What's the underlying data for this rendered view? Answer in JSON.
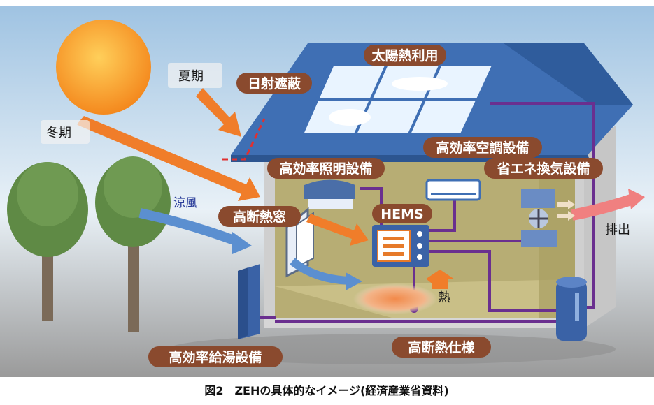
{
  "labels": {
    "solar_heat": "太陽熱利用",
    "summer": "夏期",
    "sun_shading": "日射遮蔽",
    "winter": "冬期",
    "hvac": "高効率空調設備",
    "lighting": "高効率照明設備",
    "ventilation": "省エネ換気設備",
    "cool_breeze": "涼風",
    "insulated_window": "高断熱窓",
    "hems": "HEMS",
    "exhaust": "排出",
    "heat": "熱",
    "water_heater": "高効率給湯設備",
    "insulation_spec": "高断熱仕様"
  },
  "caption": "図2　ZEHの具体的なイメージ(経済産業省資料)",
  "colors": {
    "pill": "#8a4a2e",
    "roof": "#3f6fb4",
    "wire": "#6a2f8f",
    "arrow_orange": "#f07d2a",
    "arrow_blue": "#5b8fd0",
    "arrow_pink": "#f08080"
  },
  "icons": [
    "sun-icon",
    "tree-icon",
    "solar-panel-icon",
    "air-conditioner-icon",
    "ceiling-light-icon",
    "ventilation-fan-icon",
    "hems-panel-icon",
    "water-heater-icon",
    "floor-heating-icon"
  ]
}
